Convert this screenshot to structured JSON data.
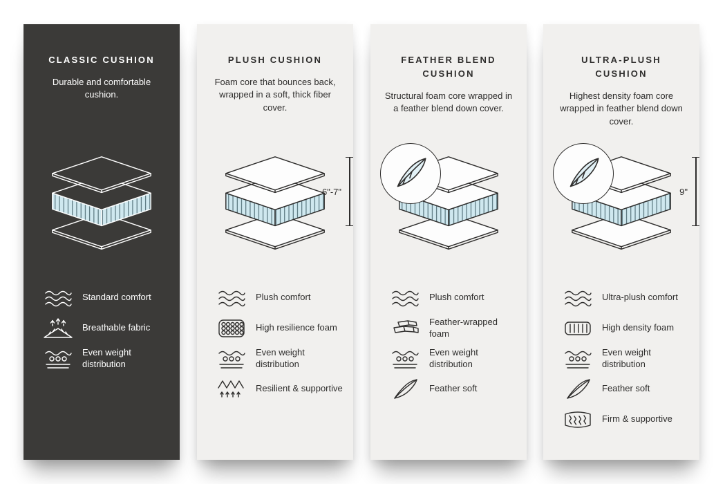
{
  "page": {
    "background": "#ffffff"
  },
  "colors": {
    "dark_card": "#3b3a38",
    "light_card": "#f1f0ee",
    "foam_fill": "#cfe8ef",
    "foam_hatch": "#3c5a63",
    "text_dark": "#2e2d2c",
    "text_light": "#ffffff"
  },
  "cards": [
    {
      "title": "CLASSIC CUSHION",
      "description": "Durable and comfortable cushion.",
      "theme": "dark",
      "diagram": "layered-cushion-illustration",
      "features": [
        {
          "icon": "waves-icon",
          "label": "Standard comfort"
        },
        {
          "icon": "breathable-arrows-icon",
          "label": "Breathable fabric"
        },
        {
          "icon": "weight-distribution-icon",
          "label": "Even weight distribution"
        }
      ]
    },
    {
      "title": "PLUSH CUSHION",
      "description": "Foam core that bounces back, wrapped in a soft, thick fiber cover.",
      "theme": "light",
      "diagram": "layered-cushion-illustration",
      "measurement": "6\"-7\"",
      "features": [
        {
          "icon": "waves-icon",
          "label": "Plush comfort"
        },
        {
          "icon": "foam-bubbles-icon",
          "label": "High resilience foam"
        },
        {
          "icon": "weight-distribution-icon",
          "label": "Even weight distribution"
        },
        {
          "icon": "spring-icon",
          "label": "Resilient & supportive"
        }
      ]
    },
    {
      "title": "FEATHER BLEND CUSHION",
      "description": "Structural foam core wrapped in a feather blend down cover.",
      "theme": "light",
      "diagram": "layered-cushion-illustration",
      "has_feather_badge": true,
      "features": [
        {
          "icon": "waves-icon",
          "label": "Plush comfort"
        },
        {
          "icon": "bricks-icon",
          "label": "Feather-wrapped foam"
        },
        {
          "icon": "weight-distribution-icon",
          "label": "Even weight distribution"
        },
        {
          "icon": "feather-icon",
          "label": "Feather soft"
        }
      ]
    },
    {
      "title": "ULTRA-PLUSH CUSHION",
      "description": "Highest density foam core wrapped in feather blend down cover.",
      "theme": "light",
      "diagram": "layered-cushion-illustration",
      "has_feather_badge": true,
      "measurement": "9\"",
      "features": [
        {
          "icon": "waves-icon",
          "label": "Ultra-plush comfort"
        },
        {
          "icon": "density-foam-icon",
          "label": "High density foam"
        },
        {
          "icon": "weight-distribution-icon",
          "label": "Even weight distribution"
        },
        {
          "icon": "feather-icon",
          "label": "Feather soft"
        },
        {
          "icon": "coils-icon",
          "label": "Firm & supportive"
        }
      ]
    }
  ]
}
